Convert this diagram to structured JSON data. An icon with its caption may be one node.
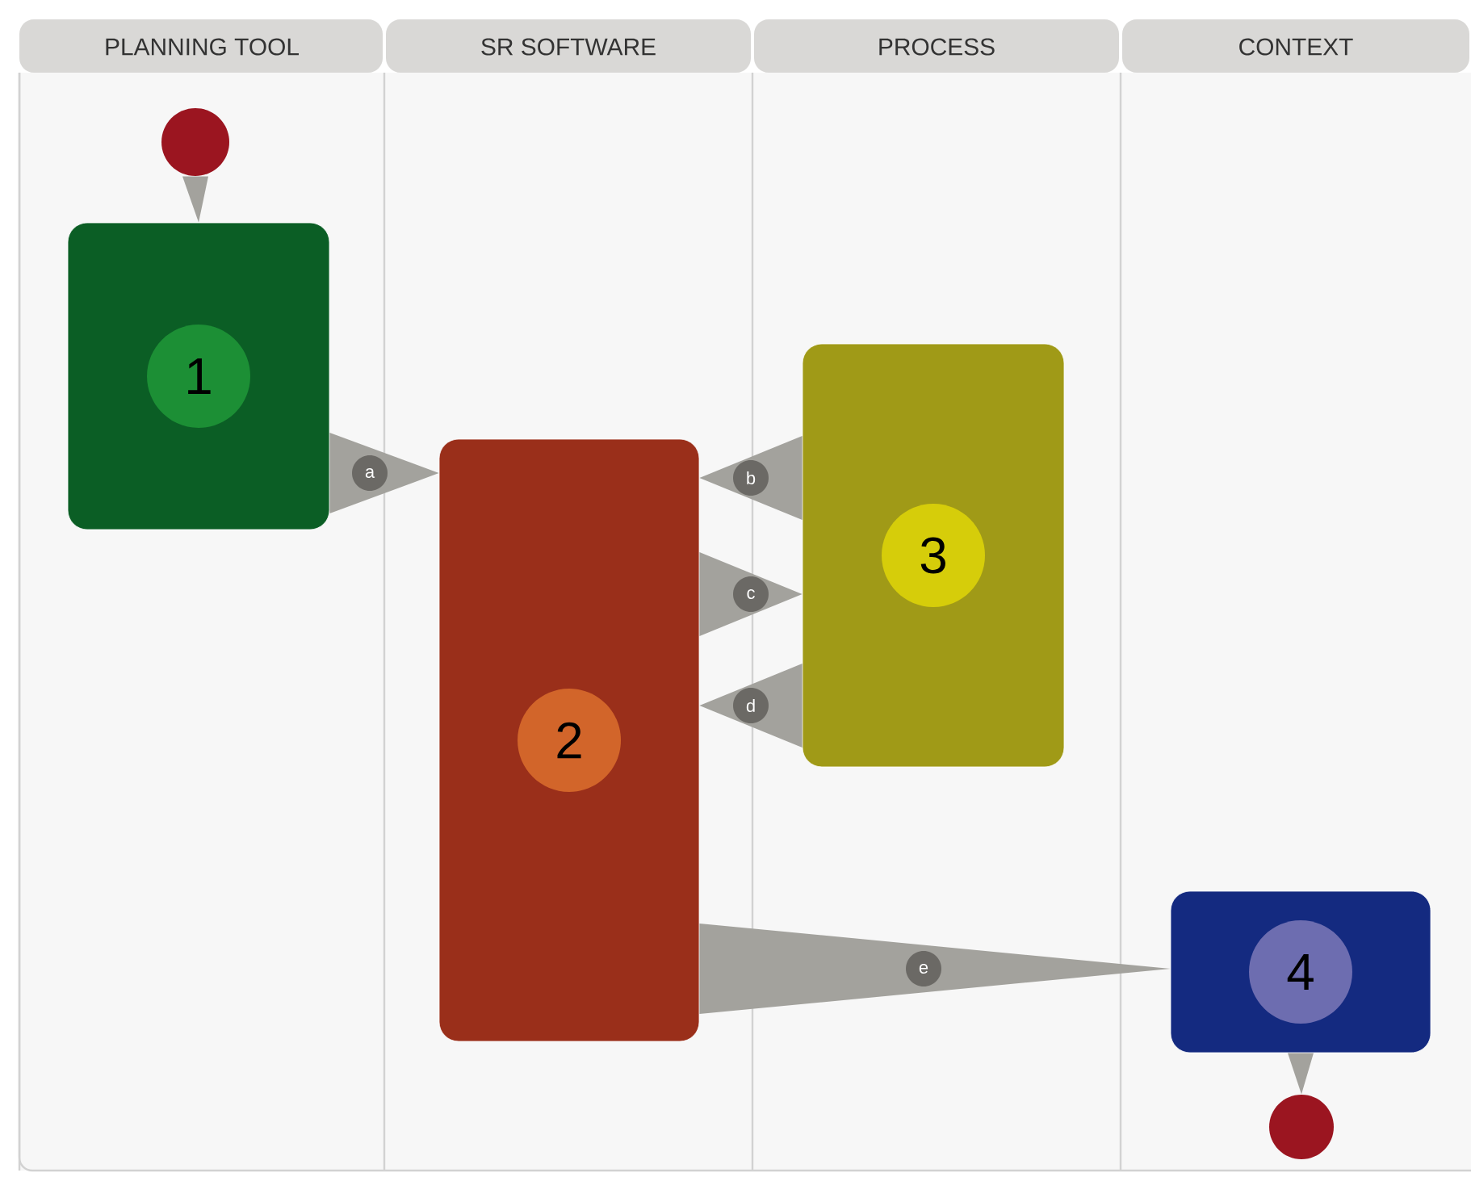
{
  "diagram": {
    "nodes": [
      {
        "text": [
          "PLANNING TOOL"
        ]
      },
      {
        "text": [
          "SR SOFTWARE"
        ]
      },
      {
        "text": [
          "PROCESS"
        ]
      },
      {
        "text": [
          "CONTEXT"
        ]
      },
      {
        "text": [],
        "shape": "circle",
        "in": 0
      },
      {
        "text": [
          "1"
        ],
        "in": 0
      },
      {
        "text": [
          "2"
        ],
        "in": 1
      },
      {
        "text": [
          "3"
        ],
        "in": 2
      },
      {
        "text": [
          "4"
        ],
        "in": 3
      },
      {
        "text": [],
        "shape": "circle",
        "in": 3
      }
    ],
    "edges": [
      {
        "from": 4,
        "to": 5,
        "arrow": "to"
      },
      {
        "from": 5,
        "to": 6,
        "arrow": "to",
        "label": "a"
      },
      {
        "from": 7,
        "to": 6,
        "arrow": "to",
        "label": "b"
      },
      {
        "from": 6,
        "to": 7,
        "arrow": "to",
        "label": "c"
      },
      {
        "from": 7,
        "to": 6,
        "arrow": "to",
        "label": "d"
      },
      {
        "from": 6,
        "to": 8,
        "arrow": "to",
        "label": "e"
      },
      {
        "from": 8,
        "to": 9,
        "arrow": "to"
      }
    ]
  }
}
